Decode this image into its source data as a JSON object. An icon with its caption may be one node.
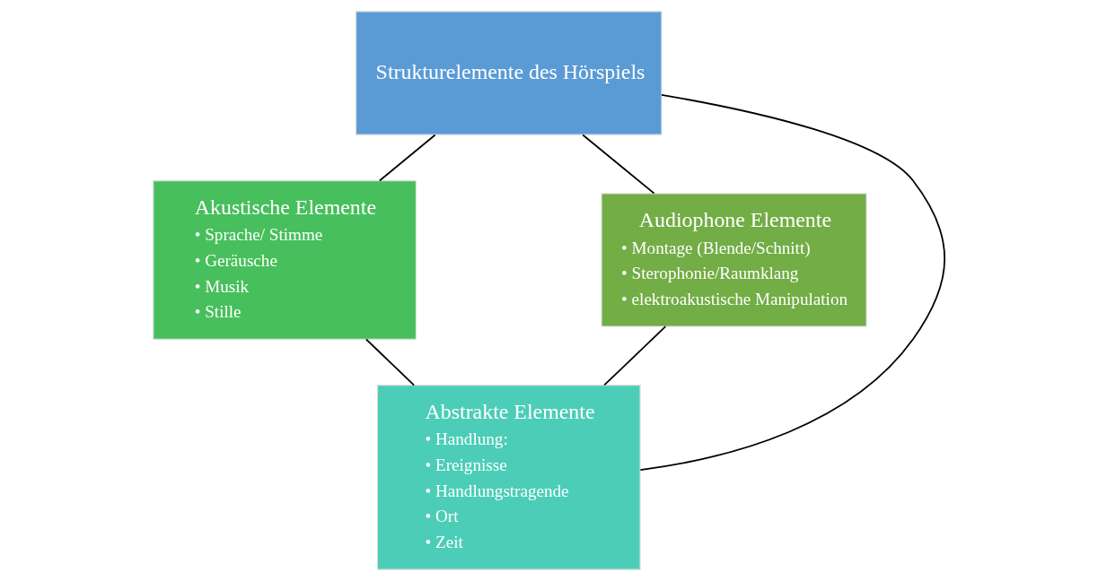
{
  "diagram": {
    "nodes": [
      {
        "text": [
          "Strukturelemente des Hörspiels"
        ]
      },
      {
        "text": [
          "Akustische Elemente",
          "• Sprache/ Stimme",
          "• Geräusche",
          "• Musik",
          "• Stille"
        ]
      },
      {
        "text": [
          "Abstrakte Elemente",
          "• Handlung:",
          "• Ereignisse",
          "• Handlungstragende",
          "• Ort",
          "• Zeit"
        ]
      },
      {
        "text": [
          "Audiophone Elemente",
          "• Montage (Blende/Schnitt)",
          "• Sterophonie/Raumklang",
          "• elektroakustische Manipulation"
        ]
      }
    ],
    "edges": [
      {
        "from": 0,
        "to": 1,
        "arrow": "none"
      },
      {
        "from": 0,
        "to": 2,
        "arrow": "none"
      },
      {
        "from": 0,
        "to": 3,
        "arrow": "none"
      },
      {
        "from": 1,
        "to": 2,
        "arrow": "none"
      },
      {
        "from": 3,
        "to": 2,
        "arrow": "none"
      }
    ]
  }
}
